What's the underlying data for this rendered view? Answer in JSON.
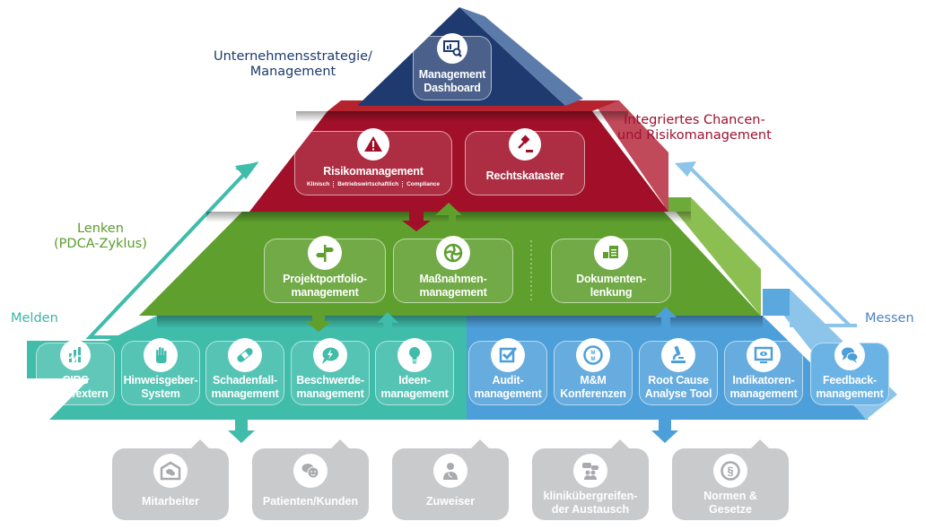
{
  "colors": {
    "navy": "#1e3a6e",
    "red": "#a11028",
    "green": "#5e9f2d",
    "teal": "#3fbcaa",
    "blue": "#4d9fd9",
    "gray": "#c9cacc",
    "label_navy": "#1e3a6e",
    "label_red": "#9e1030",
    "label_green": "#5a9c2b",
    "label_teal": "#3bb5a6",
    "label_blue": "#4f82c0"
  },
  "side_labels": {
    "strategy": "Unternehmensstrategie/\nManagement",
    "risk": "Integriertes Chancen-\nund Risikomanagement",
    "steer": "Lenken\n(PDCA-Zyklus)",
    "report": "Melden",
    "measure": "Messen"
  },
  "top": {
    "title": "Management\nDashboard",
    "icon": "dashboard-analytics-icon"
  },
  "risk_layer": {
    "risk": {
      "title": "Risikomanagement",
      "icon": "warning-icon",
      "sub": [
        "Klinisch",
        "Betriebswirtschaftlich",
        "Compliance"
      ]
    },
    "law": {
      "title": "Rechtskataster",
      "icon": "gavel-icon"
    }
  },
  "steer_layer": [
    {
      "title": "Projektportfolio-\nmanagement",
      "icon": "signpost-icon"
    },
    {
      "title": "Maßnahmen-\nmanagement",
      "icon": "cycle-icon"
    },
    {
      "title": "Dokumenten-\nlenkung",
      "icon": "document-hand-icon"
    }
  ],
  "report_layer": [
    {
      "title": "CIRS\nintern/extern",
      "icon": "chart-pulse-icon"
    },
    {
      "title": "Hinweisgeber-\nSystem",
      "icon": "hand-icon"
    },
    {
      "title": "Schadenfall-\nmanagement",
      "icon": "bandage-icon"
    },
    {
      "title": "Beschwerde-\nmanagement",
      "icon": "complaint-bubble-icon"
    },
    {
      "title": "Ideen-\nmanagement",
      "icon": "lightbulb-icon"
    }
  ],
  "measure_layer": [
    {
      "title": "Audit-\nmanagement",
      "icon": "checkbox-icon"
    },
    {
      "title": "M&M\nKonferenzen",
      "icon": "mm-badge-icon"
    },
    {
      "title": "Root Cause\nAnalyse Tool",
      "icon": "microscope-icon"
    },
    {
      "title": "Indikatoren-\nmanagement",
      "icon": "monitor-eye-icon"
    },
    {
      "title": "Feedback-\nmanagement",
      "icon": "speech-bubbles-icon"
    }
  ],
  "sources": [
    {
      "title": "Mitarbeiter",
      "icon": "staff-house-icon"
    },
    {
      "title": "Patienten/Kunden",
      "icon": "chat-faces-icon"
    },
    {
      "title": "Zuweiser",
      "icon": "doctor-icon"
    },
    {
      "title": "klinikübergreifen-\nder Austausch",
      "icon": "group-chat-icon"
    },
    {
      "title": "Normen &\nGesetze",
      "icon": "paragraph-icon"
    }
  ]
}
